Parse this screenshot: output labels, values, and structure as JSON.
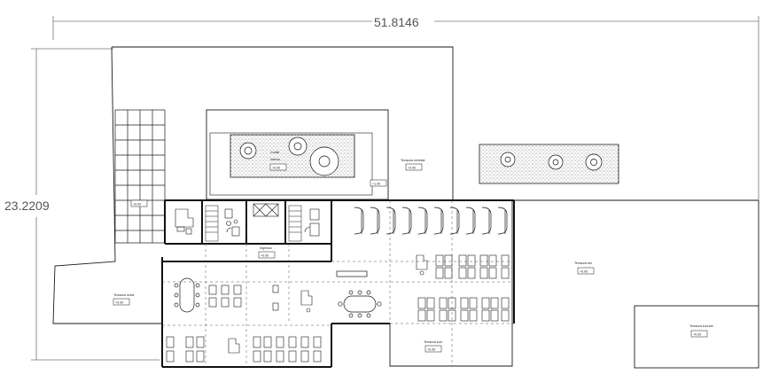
{
  "dimensions": {
    "overall_width": "51.8146",
    "overall_height": "23.2209"
  },
  "labels": {
    "courtyard_title": "Cortile",
    "courtyard_subtitle": "interno",
    "terrace_central": "Terrazza centrale",
    "terrace_west": "Terrazza ovest",
    "terrace_east": "Terrazza est",
    "terrace_south": "Terrazza sud",
    "terrace_southeast": "Terrazza sud-est",
    "atrium": "Ingresso"
  },
  "levels": {
    "courtyard": "+0.00",
    "terrace_central": "+0.00",
    "north_block": "+1.00",
    "west_glazing": "+0.00",
    "atrium": "+0.00",
    "terrace_west": "+0.00",
    "terrace_east": "+0.00",
    "terrace_south": "+0.00",
    "terrace_southeast": "+0.00"
  },
  "colors": {
    "line": "#1a1a1a",
    "dimension": "#777777",
    "dashed": "#555555",
    "planter_fill": "#cfcfcf"
  }
}
